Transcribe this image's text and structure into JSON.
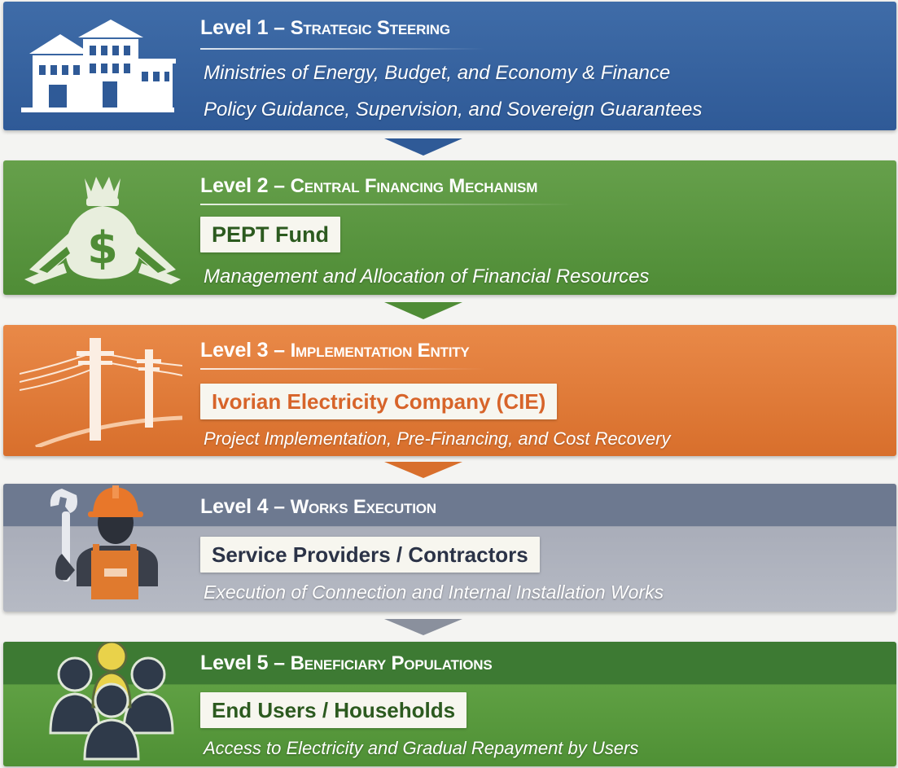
{
  "levels": [
    {
      "title_prefix": "Level 1 –",
      "title_main": "Strategic Steering",
      "lines": [
        "Ministries of Energy, Budget, and Economy & Finance",
        "Policy Guidance, Supervision, and Sovereign Guarantees"
      ],
      "icon": "government-buildings-icon",
      "color": "#3a66a3"
    },
    {
      "title_prefix": "Level 2 –",
      "title_main": "Central Financing Mechanism",
      "box_label": "PEPT Fund",
      "lines": [
        "Management and Allocation of Financial Resources"
      ],
      "icon": "money-bag-icon",
      "color": "#5b9742"
    },
    {
      "title_prefix": "Level 3 –",
      "title_main": "Implementation Entity",
      "box_label": "Ivorian Electricity Company (CIE)",
      "lines": [
        "Project Implementation, Pre-Financing, and Cost Recovery"
      ],
      "icon": "power-lines-icon",
      "color": "#e27d3b"
    },
    {
      "title_prefix": "Level 4 –",
      "title_main": "Works Execution",
      "box_label": "Service Providers / Contractors",
      "lines": [
        "Execution of Connection and Internal Installation Works"
      ],
      "icon": "worker-with-wrench-icon",
      "color": "#6d7990"
    },
    {
      "title_prefix": "Level 5 –",
      "title_main": "Beneficiary Populations",
      "box_label": "End Users / Households",
      "lines": [
        "Access to Electricity and Gradual Repayment by Users"
      ],
      "icon": "people-group-icon",
      "color": "#4f8f37"
    }
  ],
  "colors": {
    "box_text_level2": "#2c5a1f",
    "box_text_level3": "#d7642a",
    "box_text_level4": "#2b3347",
    "box_text_level5": "#2c5a1f",
    "arrow_1": "#2f5a97",
    "arrow_2": "#4f8c36",
    "arrow_3": "#d86f2c",
    "arrow_4": "#8a909d"
  }
}
